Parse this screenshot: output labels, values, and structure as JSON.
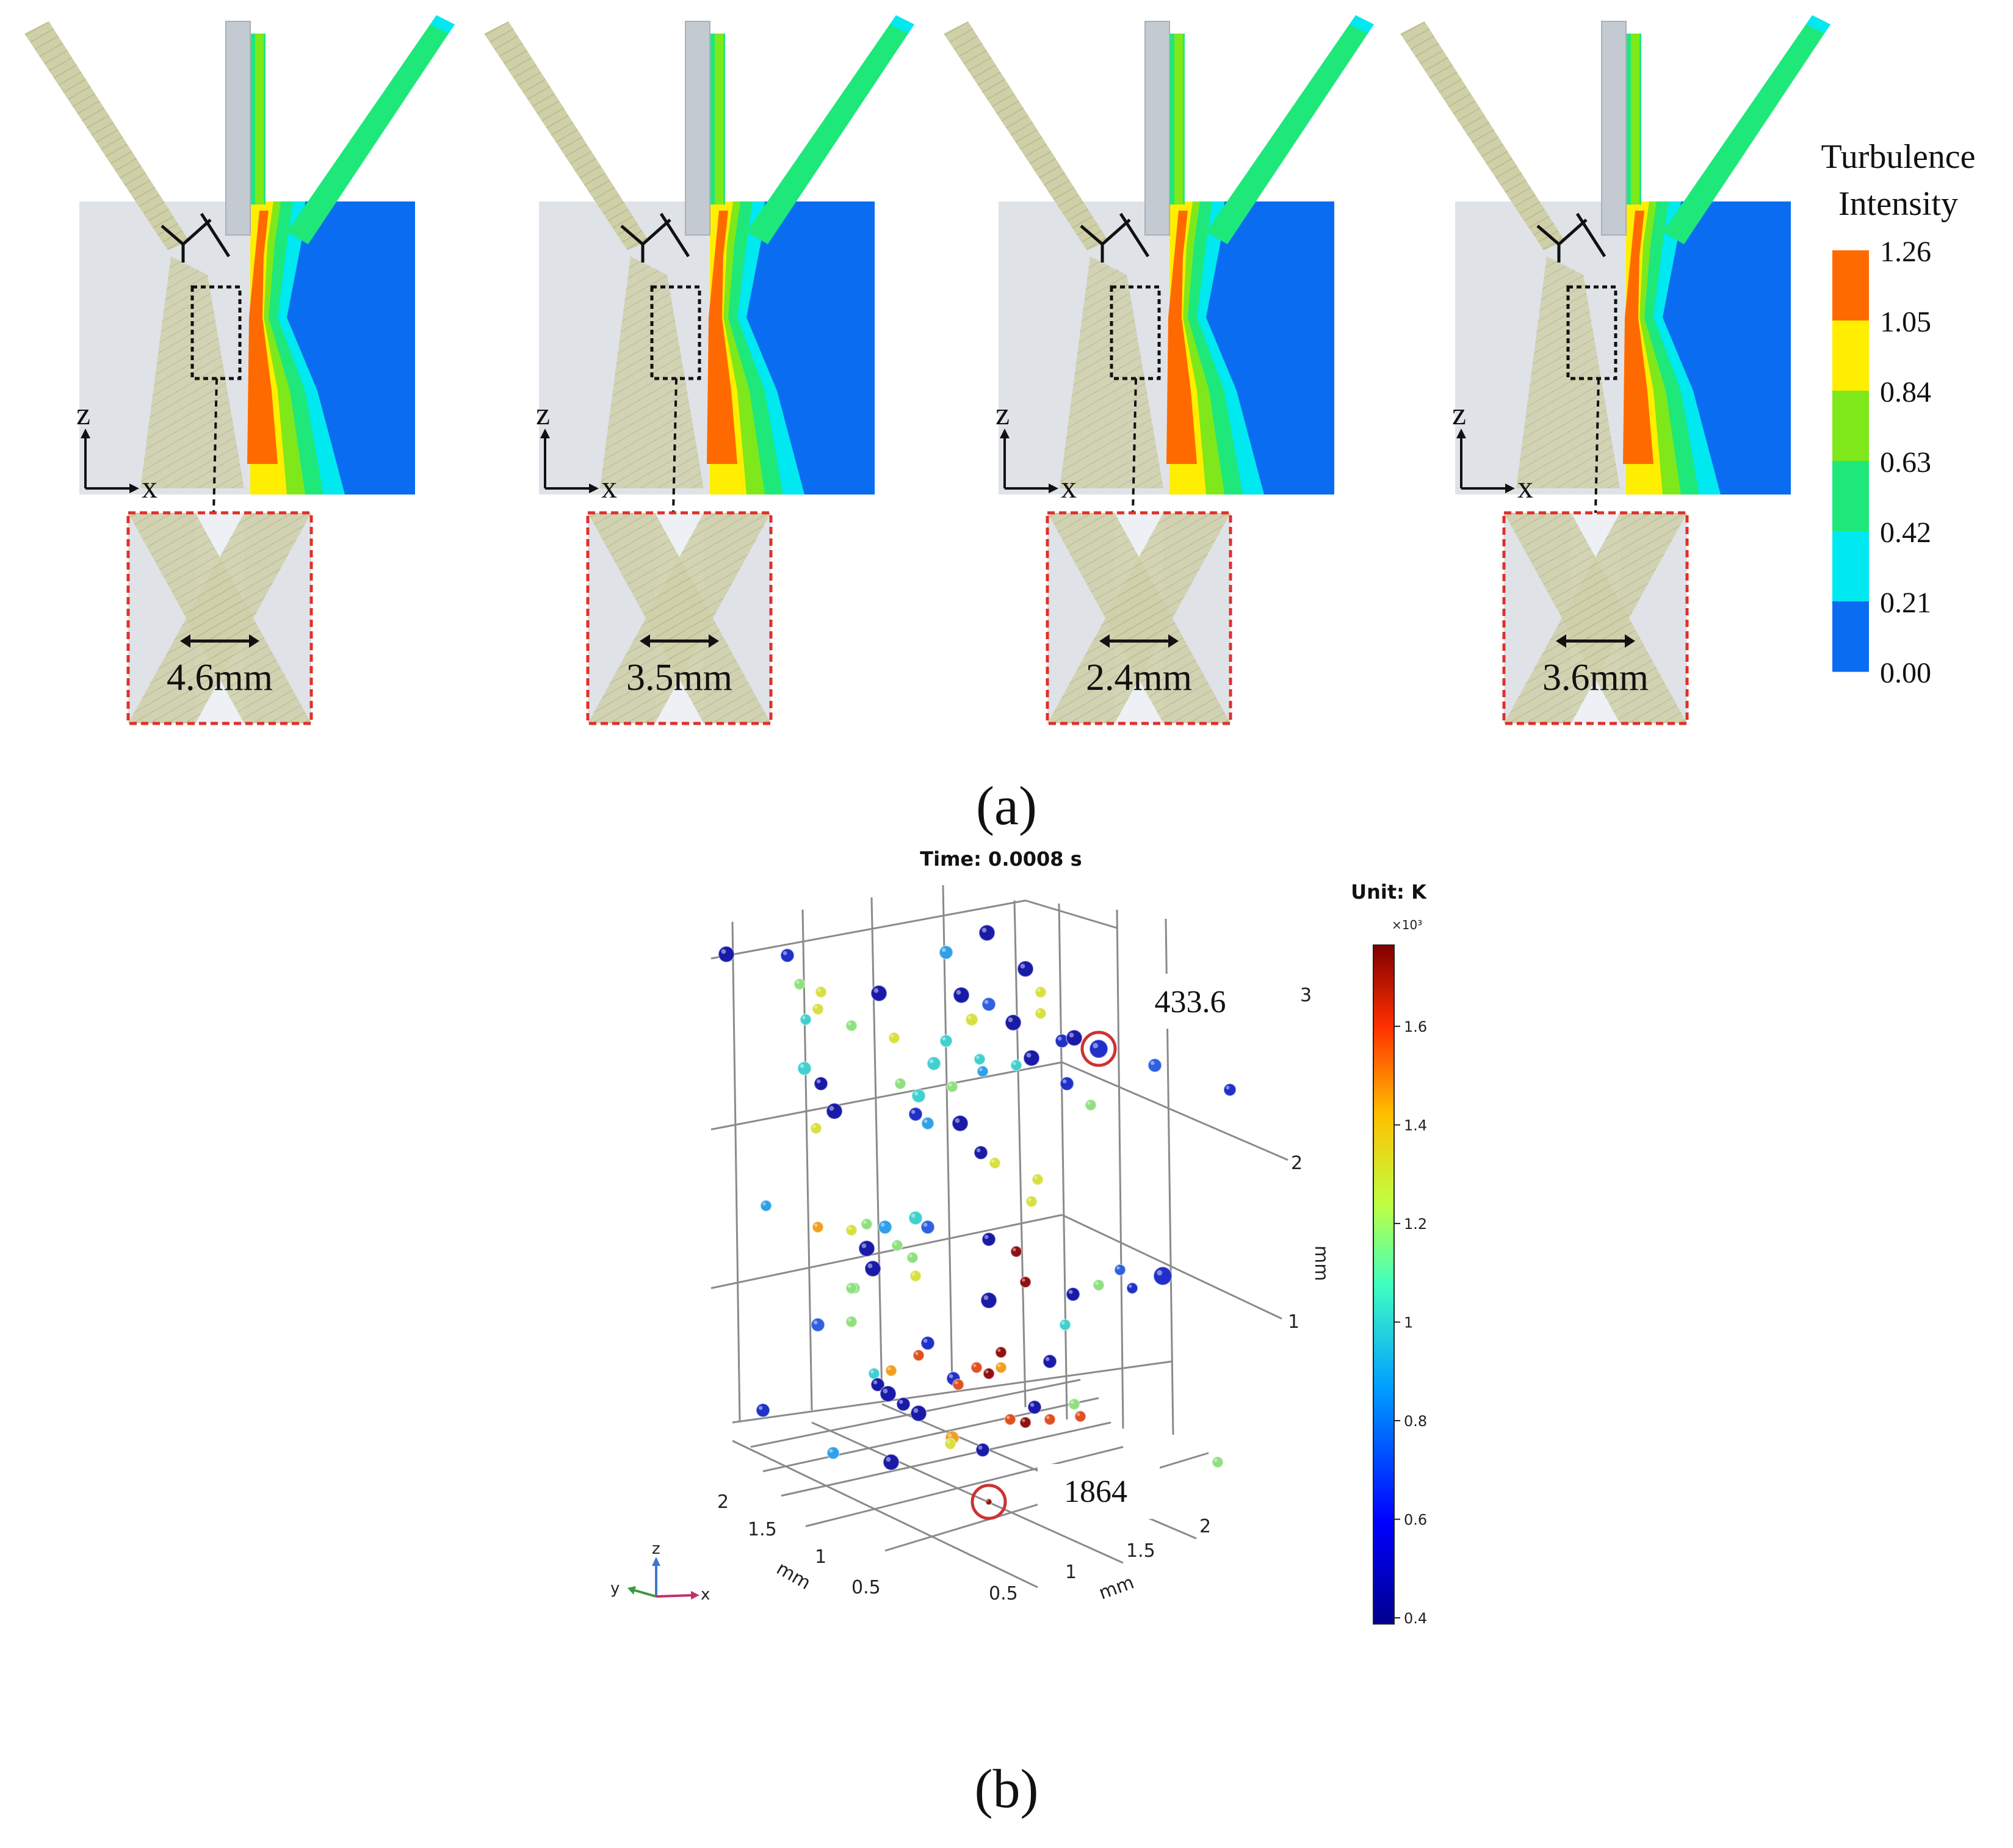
{
  "panel_a": {
    "label": "(a)",
    "axis_z": "z",
    "axis_x": "x",
    "subpanels": [
      {
        "width_label": "4.6mm"
      },
      {
        "width_label": "3.5mm"
      },
      {
        "width_label": "2.4mm"
      },
      {
        "width_label": "3.6mm"
      }
    ],
    "colorbar": {
      "title_line1": "Turbulence",
      "title_line2": "Intensity",
      "ticks": [
        "1.26",
        "1.05",
        "0.84",
        "0.63",
        "0.42",
        "0.21",
        "0.00"
      ],
      "colors": [
        "#ff6a00",
        "#ffee00",
        "#7fe81a",
        "#1ee87a",
        "#00e8f0",
        "#0a6cf0"
      ]
    }
  },
  "panel_b": {
    "label": "(b)",
    "time_label": "Time: 0.0008 s",
    "unit_label": "Unit: K",
    "multiplier_label": "×10³",
    "colorbar_ticks": [
      "1.6",
      "1.4",
      "1.2",
      "1",
      "0.8",
      "0.6",
      "0.4"
    ],
    "annotation_low": "433.6",
    "annotation_high": "1864",
    "z_axis_ticks": [
      "3",
      "2",
      "1"
    ],
    "z_axis_unit": "mm",
    "y_axis_ticks": [
      "2",
      "1.5",
      "1",
      "0.5"
    ],
    "y_axis_unit": "mm",
    "x_axis_ticks": [
      "0.5",
      "1",
      "1.5",
      "2"
    ],
    "x_axis_unit": "mm",
    "triad": {
      "x": "x",
      "y": "y",
      "z": "z"
    }
  }
}
